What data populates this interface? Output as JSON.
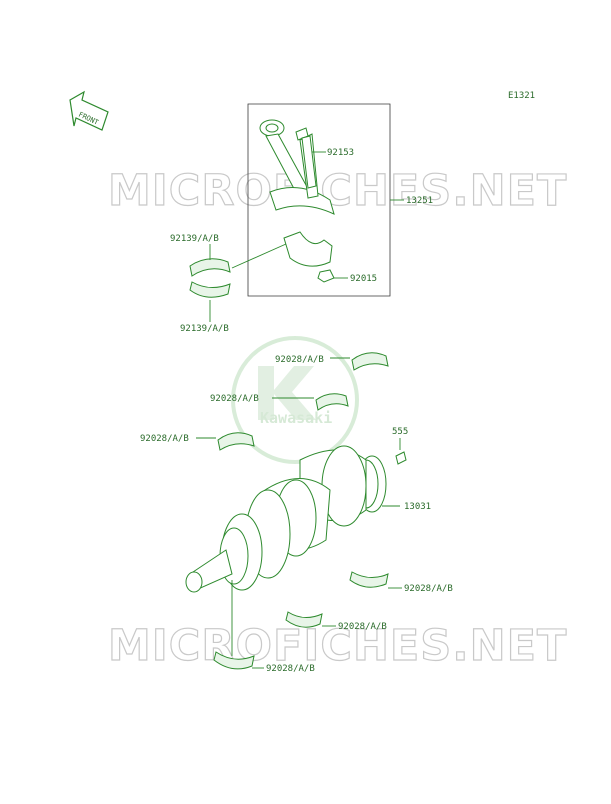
{
  "diagram_code": "E1321",
  "front_label": "FRONT",
  "logo_text": "Kawasaki",
  "watermark_text": "MICROFICHES.NET",
  "colors": {
    "line": "#2e8a2e",
    "label": "#2a6b2a",
    "watermark": "#c9c9c9",
    "logo": "#d8ead8"
  },
  "parts": {
    "conrod_bolt": "92153",
    "conrod_assy": "13251",
    "conrod_bearing_upper": "92139/A/B",
    "conrod_bearing_lower": "92139/A/B",
    "conrod_nut": "92015",
    "main_bearing_top_right": "92028/A/B",
    "main_bearing_top_mid": "92028/A/B",
    "main_bearing_top_left": "92028/A/B",
    "key": "555",
    "crankshaft": "13031",
    "main_bearing_bottom_right": "92028/A/B",
    "main_bearing_bottom_mid": "92028/A/B",
    "main_bearing_bottom_left": "92028/A/B"
  }
}
